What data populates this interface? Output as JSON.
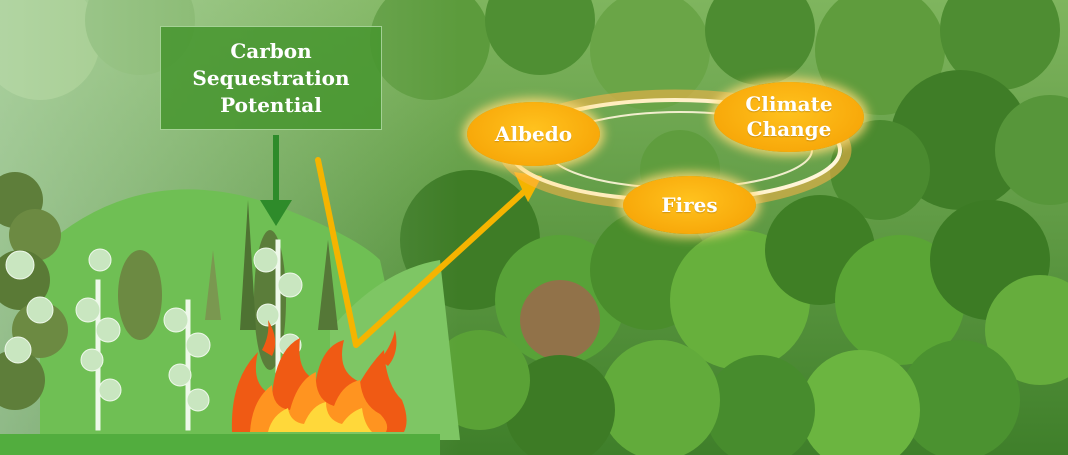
{
  "diagram": {
    "carbon_label": [
      "Carbon",
      "Sequestration",
      "Potential"
    ],
    "nodes": {
      "albedo": [
        "Albedo"
      ],
      "climate_change": [
        "Climate",
        "Change"
      ],
      "fires": [
        "Fires"
      ]
    },
    "colors": {
      "carbon_box": "#4b9631",
      "bubble": "#f8a90a",
      "cycle_ring": "#fff3d0",
      "arrow_yellow": "#f5b400",
      "arrow_green": "#2e8b2a",
      "fire_orange": "#f05a14",
      "fire_yellow": "#ffd83a",
      "ground": "#52ad3e"
    }
  }
}
